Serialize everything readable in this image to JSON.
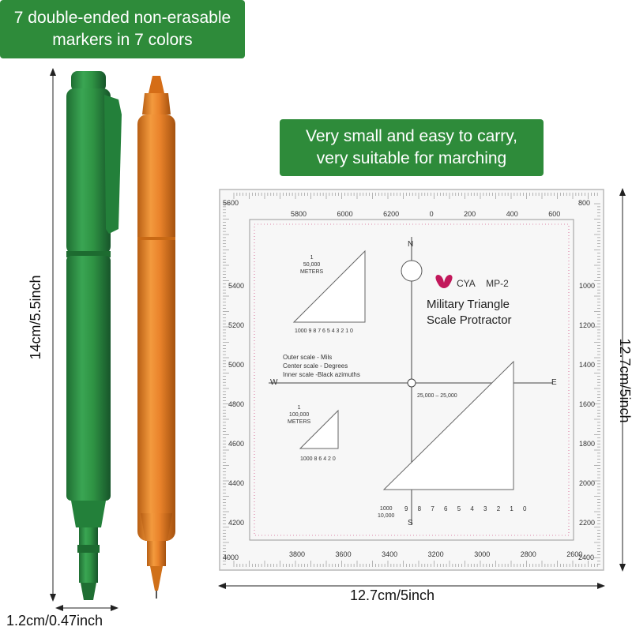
{
  "banners": {
    "markers": [
      "7 double-ended non-erasable",
      "markers in 7 colors"
    ],
    "carry": [
      "Very small and easy to carry,",
      "very suitable for marching"
    ]
  },
  "dimensions": {
    "pen_height": "14cm/5.5inch",
    "pen_width": "1.2cm/0.47inch",
    "protractor_width": "12.7cm/5inch",
    "protractor_height": "12.7cm/5inch"
  },
  "protractor": {
    "brand": "CYA",
    "model": "MP-2",
    "title_line1": "Military Triangle",
    "title_line2": "Scale Protractor",
    "notes": [
      "Outer scale - Mils",
      "Center scale - Degrees",
      "Inner scale -Black azimuths"
    ],
    "compass": {
      "n": "N",
      "s": "S",
      "e": "E",
      "w": "W"
    },
    "scales": {
      "scale_50000_num": "1",
      "scale_50000_den": "50,000",
      "scale_100000_num": "1",
      "scale_100000_den": "100,000",
      "meters": "METERS",
      "scale_25000": "25,000",
      "scale_10000": "10,000",
      "scale_1000": "1000"
    },
    "top_mils": [
      "5800",
      "6000",
      "6200",
      "0",
      "200",
      "400",
      "600"
    ],
    "bottom_mils": [
      "3800",
      "3600",
      "3400",
      "3200",
      "3000",
      "2800",
      "2600"
    ],
    "left_mils": [
      "5400",
      "5200",
      "5000",
      "4800",
      "4600",
      "4400",
      "4200"
    ],
    "right_mils": [
      "1000",
      "1200",
      "1400",
      "1600",
      "1800",
      "2000",
      "2200"
    ],
    "corners": [
      "5600",
      "800",
      "4000",
      "2400"
    ],
    "small_triangle_scale": "1000 9 8 7 6 5 4 3 2 1 0",
    "tiny_triangle_scale": "1000 8 6 4 2 0",
    "big_triangle_scale": "9 8 7 6 5 4 3 2 1 0"
  },
  "colors": {
    "banner_green": "#2e8b3a",
    "pen_green": "#2f9444",
    "pen_orange": "#e9822a",
    "scale_magenta": "#c2185b"
  }
}
